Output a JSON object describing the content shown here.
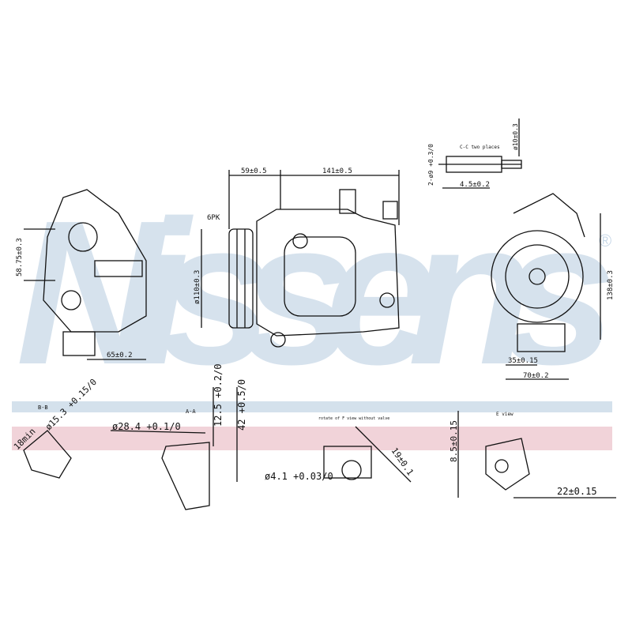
{
  "watermark": {
    "brand": "Nissens",
    "registered": "®",
    "color": "#b9cde0"
  },
  "bands": {
    "blue": "#d4e1ec",
    "pink": "#f1d3d9"
  },
  "dims": {
    "d59": "59±0.5",
    "d141": "141±0.5",
    "pk": "6PK",
    "d110": "ø110±0.3",
    "d5875": "58.75±0.3",
    "d65": "65±0.2",
    "d138": "138±0.3",
    "d35": "35±0.15",
    "d70": "70±0.2",
    "cc": "C-C two places",
    "d10": "ø10±0.3",
    "d2o9": "2-ø9 +0.3/0",
    "d45": "4.5±0.2",
    "bb": "B-B",
    "d18": "18min",
    "d153": "ø15.3 +0.15/0",
    "d284": "ø28.4 +0.1/0",
    "aa": "A-A",
    "d125": "12.5 +0.2/0",
    "d42": "42 +0.5/0",
    "rot": "rotate of F view without valve",
    "d41": "ø4.1 +0.03/0",
    "d19": "19±0.1",
    "d85": "8.5±0.15",
    "ev": "E view",
    "d22": "22±0.15"
  }
}
